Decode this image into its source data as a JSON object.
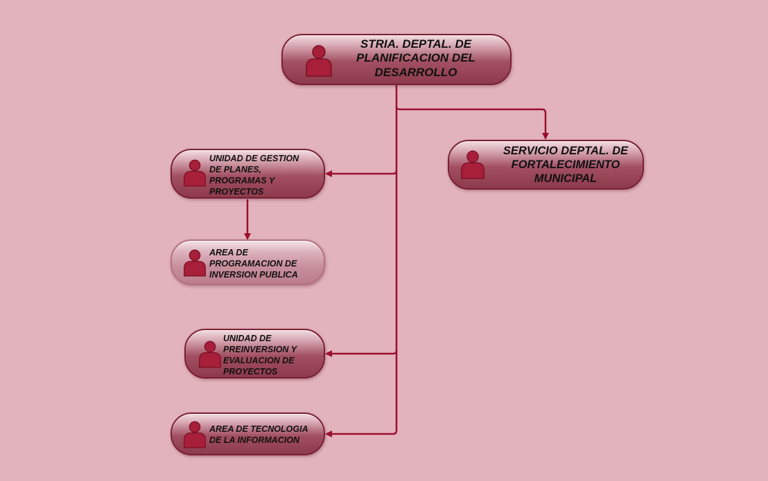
{
  "diagram": {
    "nodes": {
      "top": "STRIA. DEPTAL. DE\nPLANIFICACION DEL\nDESARROLLO",
      "servicio": "SERVICIO DEPTAL. DE\nFORTALECIMIENTO\nMUNICIPAL",
      "gestion": "UNIDAD DE GESTION\nDE PLANES,\nPROGRAMAS Y\nPROYECTOS",
      "programacion": "AREA DE\nPROGRAMACION DE\nINVERSION PUBLICA",
      "preinversion": "UNIDAD DE\nPREINVERSION Y\nEVALUACION DE\nPROYECTOS",
      "tecnologia": "AREA DE TECNOLOGIA\nDE LA INFORMACION"
    },
    "icon": "person-icon",
    "colors": {
      "background": "#e2b3bc",
      "connector": "#9b0f2e",
      "node_dark": "#8c3a4c",
      "node_light": "#c88f9c"
    }
  }
}
